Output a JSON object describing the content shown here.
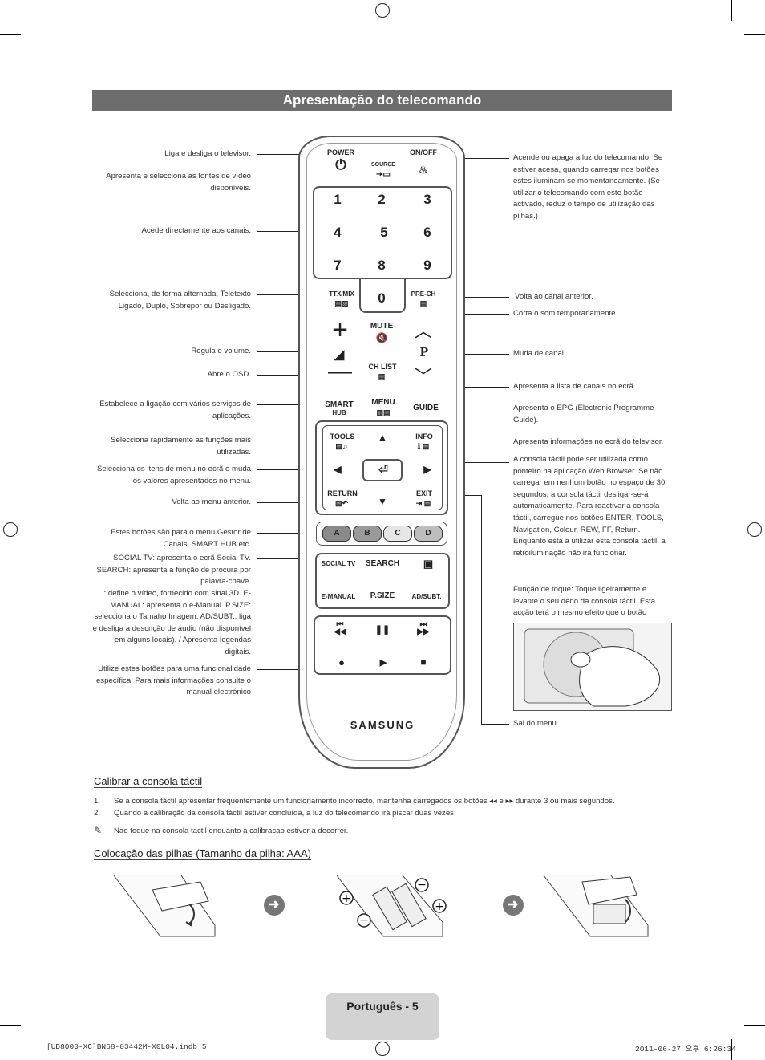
{
  "header": {
    "title": "Apresentação do telecomando"
  },
  "left_annotations": [
    "Liga e desliga o televisor.",
    "Apresenta e selecciona as fontes de vídeo disponíveis.",
    "Acede directamente aos canais.",
    "Selecciona, de forma alternada, Teletexto Ligado, Duplo, Sobrepor ou Desligado.",
    "Regula o volume.",
    "Abre o OSD.",
    "Estabelece a ligação com vários serviços de aplicações.",
    "Selecciona rapidamente as funções mais utilizadas.",
    "Selecciona os itens de menu no ecrã e muda os valores apresentados no menu.",
    "Volta ao menu anterior.",
    "Estes botões são para o menu Gestor de Canais, SMART HUB etc.",
    "SOCIAL TV: apresenta o ecrã Social TV. SEARCH: apresenta a função de procura por palavra-chave.",
    ": define o vídeo, fornecido com sinal 3D. E-MANUAL: apresenta o e-Manual. P.SIZE: selecciona o Tamaho Imagem. AD/SUBT.: liga e desliga a descrição de áudio (não disponível em alguns locais). / Apresenta legendas digitais.",
    "Utilize estes botões para uma funcionalidade específica. Para mais informações consulte o manual electrónico"
  ],
  "right_annotations": [
    "Acende ou apaga a luz do telecomando. Se estiver acesa, quando carregar nos botões estes iluminam-se momentaneamente. (Se utilizar o telecomando com este botão activado, reduz o tempo de utilização das pilhas.)",
    "Volta ao canal anterior.",
    "Corta o som temporariamente.",
    "Muda de canal.",
    "Apresenta a lista de canais no ecrã.",
    "Apresenta o EPG (Electronic Programme Guide).",
    "Apresenta informações no ecrã do televisor.",
    "A consola táctil pode ser utilizada como ponteiro na aplicação Web Browser. Se não carregar em nenhum botão no espaço de 30 segundos, a consola táctil desligar-se-á automaticamente. Para reactivar a consola táctil, carregue nos botões ENTER, TOOLS, Navigation, Colour, REW, FF, Return. Enquanto está a utilizar esta consola táctil, a retroiluminação não irá funcionar.",
    "Função de toque: Toque ligeiramente e levante o seu dedo da consola táctil. Esta acção terá o mesmo efeito que o botão",
    "Sai do menu."
  ],
  "remote": {
    "power": "POWER",
    "onoff": "ON/OFF",
    "source": "SOURCE",
    "digits": [
      "1",
      "2",
      "3",
      "4",
      "5",
      "6",
      "7",
      "8",
      "9",
      "0"
    ],
    "ttx": "TTX/MIX",
    "prech": "PRE-CH",
    "mute": "MUTE",
    "chlist": "CH LIST",
    "p": "P",
    "smart": "SMART",
    "hub": "HUB",
    "menu": "MENU",
    "guide": "GUIDE",
    "tools": "TOOLS",
    "info": "INFO",
    "return": "RETURN",
    "exit": "EXIT",
    "colors": [
      "A",
      "B",
      "C",
      "D"
    ],
    "social": "SOCIAL TV",
    "search": "SEARCH",
    "emanual": "E-MANUAL",
    "psize": "P.SIZE",
    "adsubt": "AD/SUBT.",
    "brand": "SAMSUNG"
  },
  "calibrate": {
    "heading": "Calibrar a consola táctil",
    "step1_num": "1.",
    "step1": "Se a consola táctil apresentar frequentemente um funcionamento incorrecto, mantenha carregados os botões ◂◂ e ▸▸ durante 3 ou mais segundos.",
    "step2_num": "2.",
    "step2": "Quando a calibração da consola táctil estiver concluída, a luz do telecomando irá piscar duas vezes.",
    "note": "Nao toque na consola tactil enquanto a calibracao estiver a decorrer."
  },
  "batteries": {
    "heading": "Colocação das pilhas (Tamanho da pilha: AAA)"
  },
  "footer": {
    "page": "Português - 5",
    "left": "[UD8000-XC]BN68-03442M-X0L04.indb   5",
    "right": "2011-06-27   오후 6:26:34"
  }
}
